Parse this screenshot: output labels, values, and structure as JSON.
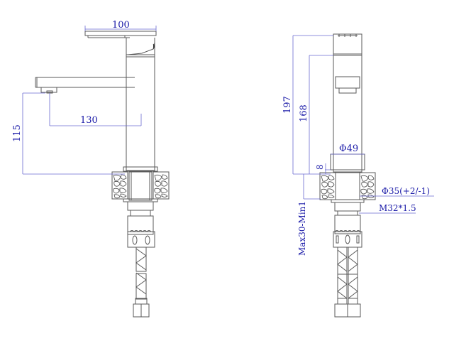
{
  "drawing": {
    "title": "Basin mixer tap technical drawing",
    "line_color": "#5a5a5a",
    "dimension_color": "#1a1aa8",
    "dimension_line_color": "#6a6ad0"
  },
  "side_view": {
    "dimensions": {
      "handle_length": "100",
      "spout_reach": "130",
      "spout_height": "115"
    }
  },
  "front_view": {
    "dimensions": {
      "total_height": "197",
      "body_height": "168",
      "base_diameter": "Φ49",
      "base_height": "8",
      "hole_diameter": "Φ35(+2/-1)",
      "thread": "M32*1.5",
      "deck_thickness": "Max30-Min1"
    }
  }
}
